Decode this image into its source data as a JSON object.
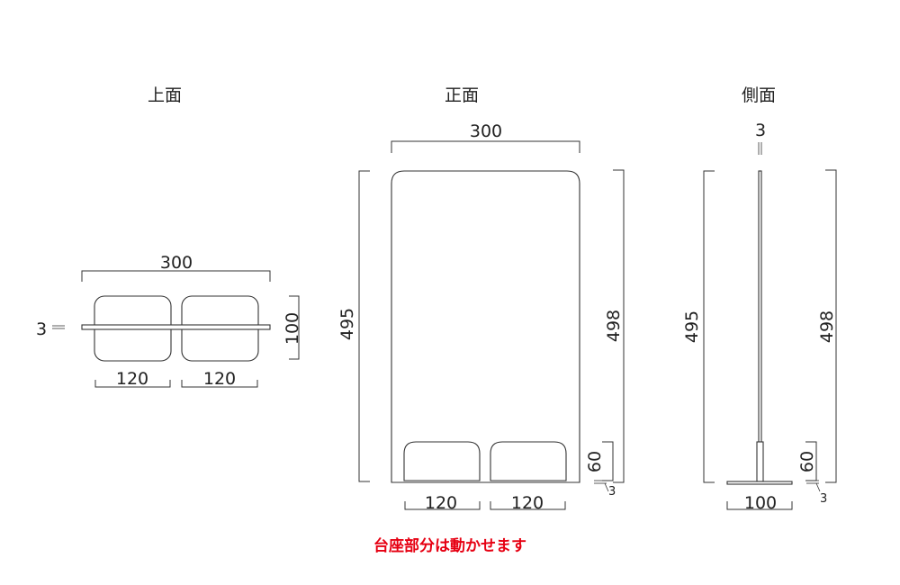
{
  "views": {
    "top": {
      "title": "上面",
      "width": "300",
      "thickness": "3",
      "depth": "100",
      "base_left": "120",
      "base_right": "120"
    },
    "front": {
      "title": "正面",
      "width": "300",
      "height_panel": "495",
      "height_total": "498",
      "base_height": "60",
      "base_gap": "3",
      "base_left": "120",
      "base_right": "120"
    },
    "side": {
      "title": "側面",
      "thickness": "3",
      "height_panel": "495",
      "height_total": "498",
      "base_height": "60",
      "base_gap": "3",
      "base_depth": "100"
    }
  },
  "note": "台座部分は動かせます",
  "colors": {
    "line": "#333333",
    "note": "#e60012"
  }
}
